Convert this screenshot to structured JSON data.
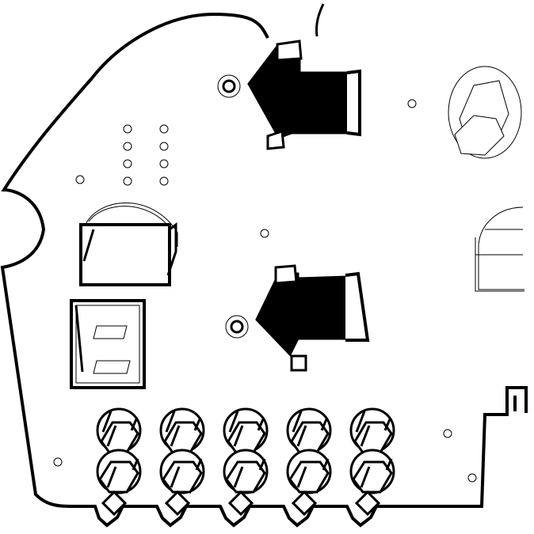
{
  "diagram": {
    "kind": "pcb-component-layout",
    "colors": {
      "background": "#ffffff",
      "stroke": "#000000",
      "fill": "#000000",
      "thin": "#555555"
    },
    "components": {
      "large_connectors": 2,
      "upper_led": 1,
      "right_partial_led": 1,
      "capacitor": 1,
      "square_component": 1,
      "bottom_led_columns": 5,
      "leds_per_column": 2,
      "pin_holes": 12
    }
  }
}
